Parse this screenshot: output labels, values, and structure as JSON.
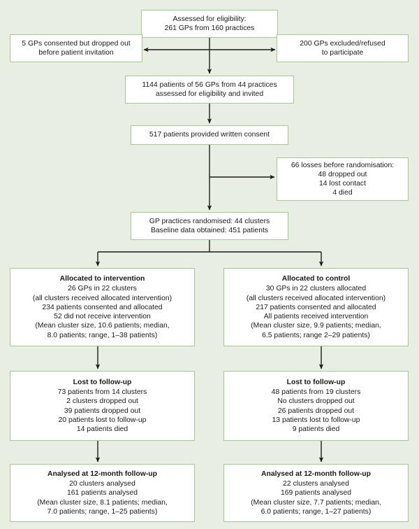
{
  "diagram": {
    "title": "CONSORT participant flow diagram",
    "background_color": "#e8efe2",
    "box_border_color": "#a8c596",
    "box_fill_color": "#ffffff",
    "connector_color": "#1a1a1a"
  },
  "nodes": {
    "eligibility": {
      "name": "assessed-for-eligibility",
      "lines": [
        "Assessed for eligibility:",
        "261 GPs from 160 practices"
      ]
    },
    "dropped_gps": {
      "name": "gps-dropped-out",
      "lines": [
        "5 GPs consented but dropped out",
        "before patient invitation"
      ]
    },
    "excluded_gps": {
      "name": "gps-excluded",
      "lines": [
        "200 GPs excluded/refused",
        "to participate"
      ]
    },
    "invited": {
      "name": "patients-invited",
      "lines": [
        "1144 patients of 56 GPs from 44 practices",
        "assessed for eligibility and invited"
      ]
    },
    "consent": {
      "name": "written-consent",
      "lines": [
        "517 patients provided written consent"
      ]
    },
    "losses": {
      "name": "losses-before-randomisation",
      "lines": [
        "66 losses before randomisation:",
        "48 dropped out",
        "14 lost contact",
        "4 died"
      ]
    },
    "randomised": {
      "name": "practices-randomised",
      "lines": [
        "GP practices randomised: 44 clusters",
        "Baseline data obtained: 451 patients"
      ]
    },
    "allocated_intervention": {
      "name": "allocated-to-intervention",
      "heading": "Allocated to intervention",
      "lines": [
        "26 GPs in 22 clusters",
        "(all clusters received allocated intervention)",
        "234 patients consented and allocated",
        "52 did not receive intervention",
        "(Mean cluster size, 10.6 patients; median,",
        "8.0 patients; range, 1–38 patients)"
      ]
    },
    "allocated_control": {
      "name": "allocated-to-control",
      "heading": "Allocated to control",
      "lines": [
        "30 GPs in 22 clusters allocated",
        "(all clusters received allocated intervention)",
        "217 patients consented and allocated",
        "All patients received intervention",
        "(Mean cluster size, 9.9 patients; median,",
        "6.5 patients; range 2–29 patients)"
      ]
    },
    "lost_intervention": {
      "name": "lost-to-follow-up-intervention",
      "heading": "Lost to follow-up",
      "lines": [
        "73 patients from 14 clusters",
        "2 clusters dropped out",
        "39 patients dropped out",
        "20 patients lost to follow-up",
        "14 patients died"
      ]
    },
    "lost_control": {
      "name": "lost-to-follow-up-control",
      "heading": "Lost to follow-up",
      "lines": [
        "48 patients from 19 clusters",
        "No clusters dropped out",
        "26 patients dropped out",
        "13 patients lost to follow-up",
        "9 patients died"
      ]
    },
    "analysed_intervention": {
      "name": "analysed-intervention",
      "heading": "Analysed at 12-month follow-up",
      "lines": [
        "20 clusters analysed",
        "161 patients analysed",
        "(Mean cluster size, 8.1 patients; median,",
        "7.0 patients; range, 1–25 patients)"
      ]
    },
    "analysed_control": {
      "name": "analysed-control",
      "heading": "Analysed at 12-month follow-up",
      "lines": [
        "22 clusters analysed",
        "169 patients analysed",
        "(Mean cluster size, 7.7 patients; median,",
        "6.0 patients; range, 1–27 patients)"
      ]
    }
  }
}
